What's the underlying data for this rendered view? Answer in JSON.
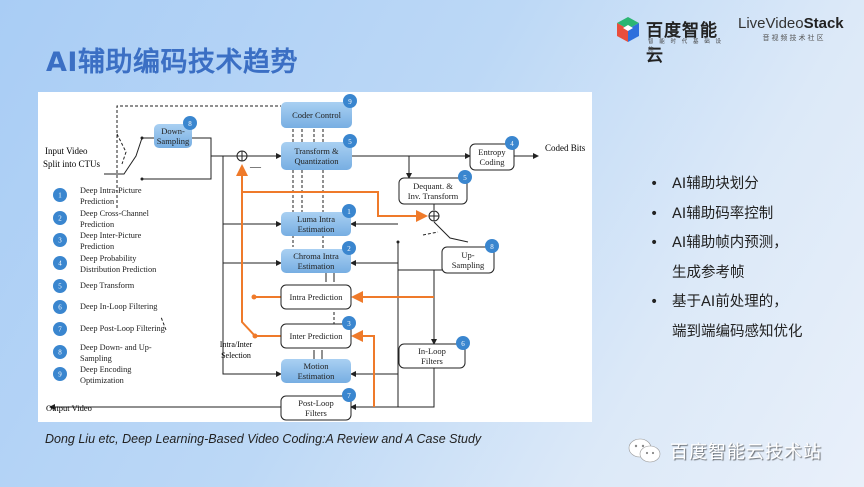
{
  "slide": {
    "title": "AI辅助编码技术趋势",
    "caption": "Dong Liu etc, Deep Learning-Based Video Coding:A Review and A Case Study",
    "logos": {
      "baidu": {
        "name": "百度智能云",
        "tagline": "智 能 时 代 基 础 设 施"
      },
      "livevideostack": {
        "name_prefix": "LiveVideo",
        "name_suffix": "Stack",
        "tagline": "音视频技术社区"
      }
    },
    "bullets": [
      {
        "lines": [
          "AI辅助块划分"
        ]
      },
      {
        "lines": [
          "AI辅助码率控制"
        ]
      },
      {
        "lines": [
          "AI辅助帧内预测，",
          "生成参考帧"
        ]
      },
      {
        "lines": [
          "基于AI前处理的，",
          "端到端编码感知优化"
        ]
      }
    ],
    "footer_brand": "百度智能云技术站"
  },
  "diagram": {
    "colors": {
      "badge": "#3a86cf",
      "blue_box": "#8fbde8",
      "orange": "#ef7a2a",
      "line": "#222222"
    },
    "labels": {
      "input_video": "Input Video",
      "split": "Split into CTUs",
      "coded_bits": "Coded Bits",
      "output_video": "Output Video",
      "intra_inter": "Intra/Inter",
      "selection": "Selection",
      "minus": "—"
    },
    "blocks": {
      "down_sampling": {
        "l1": "Down-",
        "l2": "Sampling",
        "badge": "8"
      },
      "coder_control": {
        "l1": "Coder Control",
        "badge": "9"
      },
      "transform": {
        "l1": "Transform &",
        "l2": "Quantization",
        "badge": "5"
      },
      "entropy": {
        "l1": "Entropy",
        "l2": "Coding",
        "badge": "4"
      },
      "dequant": {
        "l1": "Dequant. &",
        "l2": "Inv. Transform",
        "badge": "5"
      },
      "luma": {
        "l1": "Luma Intra",
        "l2": "Estimation",
        "badge": "1"
      },
      "chroma": {
        "l1": "Chroma Intra",
        "l2": "Estimation",
        "badge": "2"
      },
      "intra_pred": {
        "l1": "Intra Prediction"
      },
      "inter_pred": {
        "l1": "Inter Prediction",
        "badge": "3"
      },
      "motion": {
        "l1": "Motion",
        "l2": "Estimation",
        "badge": ""
      },
      "up_sampling": {
        "l1": "Up-",
        "l2": "Sampling",
        "badge": "8"
      },
      "in_loop": {
        "l1": "In-Loop",
        "l2": "Filters",
        "badge": "6"
      },
      "post_loop": {
        "l1": "Post-Loop",
        "l2": "Filters",
        "badge": "7"
      }
    },
    "legend": [
      {
        "num": "1",
        "l1": "Deep Intra-Picture",
        "l2": "Prediction"
      },
      {
        "num": "2",
        "l1": "Deep Cross-Channel",
        "l2": "Prediction"
      },
      {
        "num": "3",
        "l1": "Deep Inter-Picture",
        "l2": "Prediction"
      },
      {
        "num": "4",
        "l1": "Deep Probability",
        "l2": "Distribution Prediction"
      },
      {
        "num": "5",
        "l1": "Deep Transform",
        "l2": ""
      },
      {
        "num": "6",
        "l1": "Deep In-Loop Filtering",
        "l2": ""
      },
      {
        "num": "7",
        "l1": "Deep Post-Loop Filtering",
        "l2": ""
      },
      {
        "num": "8",
        "l1": "Deep Down- and Up-",
        "l2": "Sampling"
      },
      {
        "num": "9",
        "l1": "Deep Encoding",
        "l2": "Optimization"
      }
    ]
  }
}
